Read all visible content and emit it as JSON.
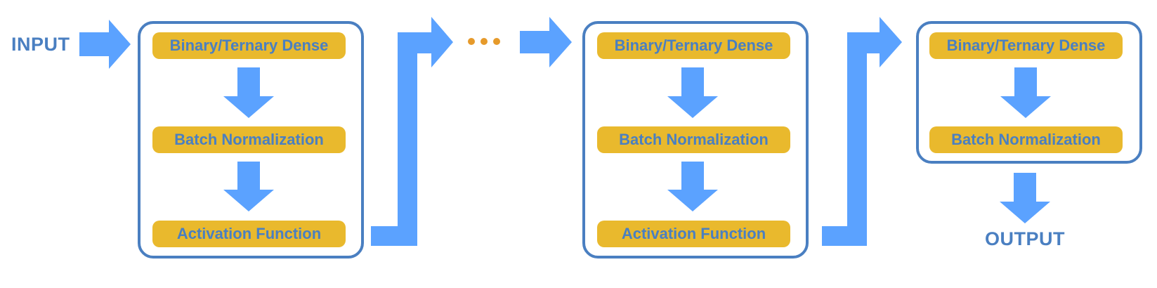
{
  "input_label": "INPUT",
  "output_label": "OUTPUT",
  "blocks": [
    {
      "layers": [
        "Binary/Ternary Dense",
        "Batch Normalization",
        "Activation Function"
      ]
    },
    {
      "layers": [
        "Binary/Ternary Dense",
        "Batch Normalization",
        "Activation Function"
      ]
    },
    {
      "layers": [
        "Binary/Ternary Dense",
        "Batch Normalization"
      ]
    }
  ],
  "colors": {
    "arrow": "#5ba2ff",
    "border": "#4a7fc1",
    "layer_fill": "#e9b92d",
    "text": "#4a7fc1",
    "ellipsis": "#e69a2b"
  }
}
